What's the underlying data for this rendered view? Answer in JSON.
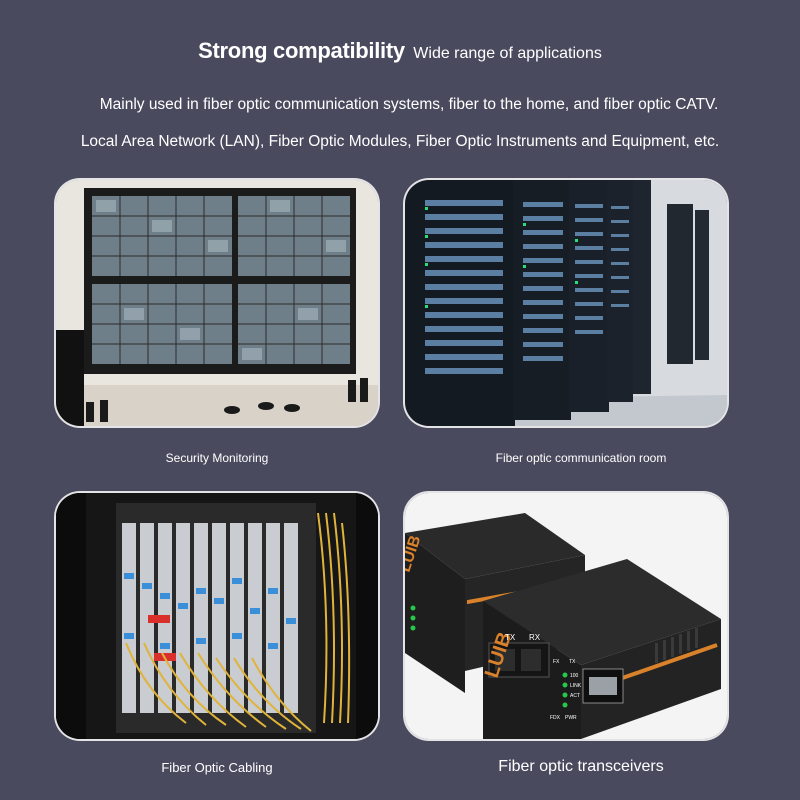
{
  "header": {
    "title": "Strong compatibility",
    "subtitle": "Wide range of applications"
  },
  "description": {
    "line1": "Mainly used in fiber optic communication systems, fiber to the home, and fiber optic CATV.",
    "line2": "Local Area Network (LAN), Fiber Optic Modules, Fiber Optic Instruments and Equipment, etc."
  },
  "applications": [
    {
      "caption": "Security Monitoring"
    },
    {
      "caption": "Fiber optic communication room"
    },
    {
      "caption": "Fiber Optic Cabling"
    },
    {
      "caption": "Fiber optic transceivers"
    }
  ],
  "product": {
    "brand_mark": "LUIB",
    "port_labels": [
      "TX",
      "RX"
    ],
    "led_labels": [
      "FX",
      "TX",
      "100",
      "LINK",
      "ACT",
      "FDX",
      "PWR"
    ]
  }
}
